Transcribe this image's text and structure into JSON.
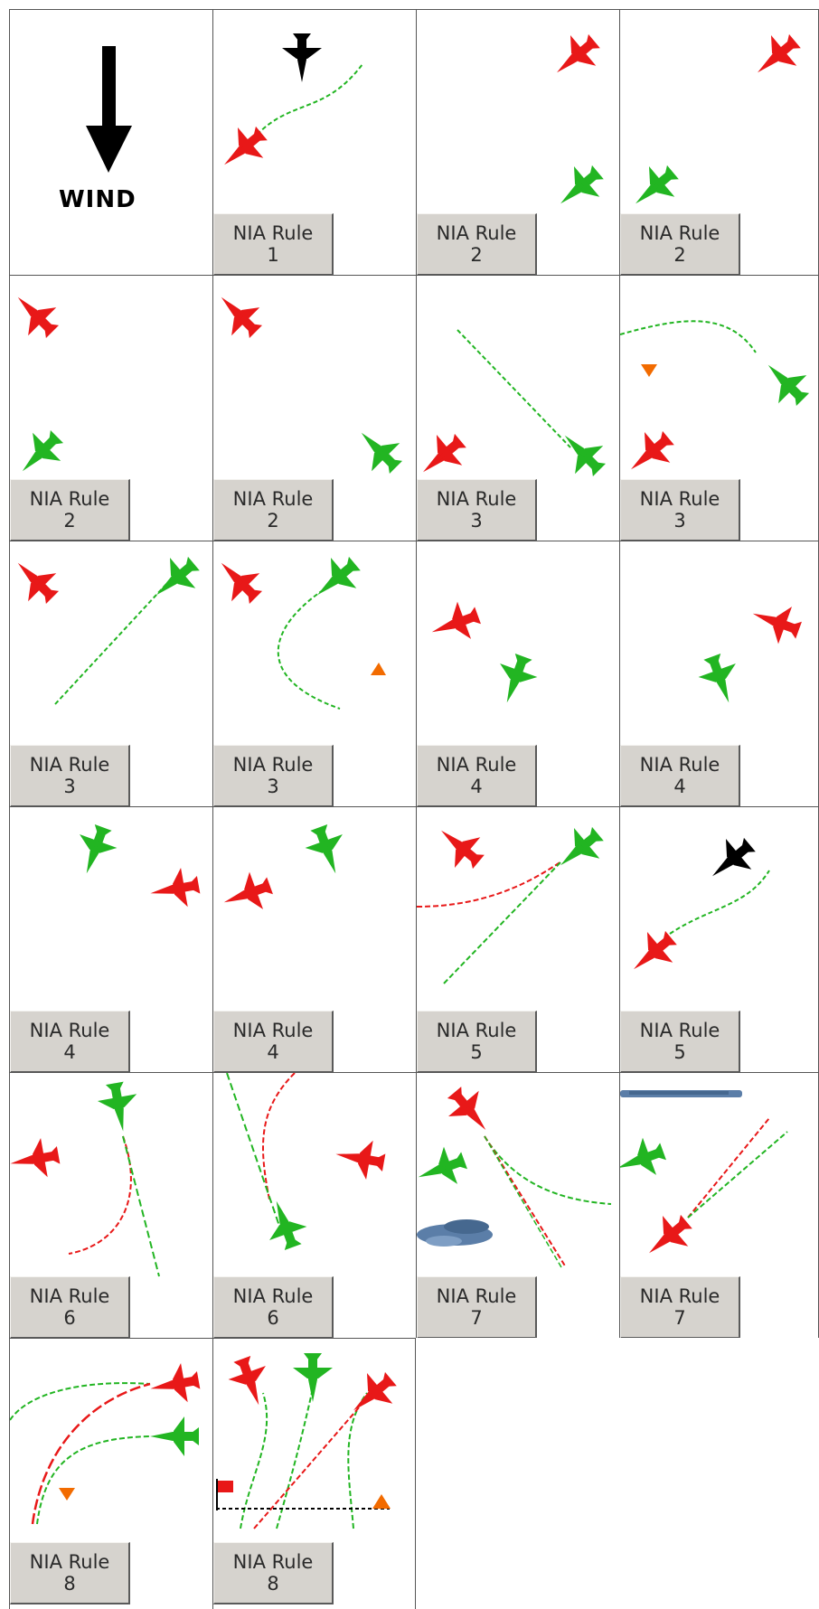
{
  "wind": {
    "label": "WIND",
    "direction": "down"
  },
  "colors": {
    "red": "#e81818",
    "green": "#22b522",
    "black": "#000000",
    "orange": "#f26b00",
    "button_bg": "#d6d3ce"
  },
  "buttons": [
    {
      "line1": "NIA Rule",
      "line2": "1"
    },
    {
      "line1": "NIA Rule",
      "line2": "2"
    },
    {
      "line1": "NIA Rule",
      "line2": "2"
    },
    {
      "line1": "NIA Rule",
      "line2": "2"
    },
    {
      "line1": "NIA Rule",
      "line2": "2"
    },
    {
      "line1": "NIA Rule",
      "line2": "3"
    },
    {
      "line1": "NIA Rule",
      "line2": "3"
    },
    {
      "line1": "NIA Rule",
      "line2": "3"
    },
    {
      "line1": "NIA Rule",
      "line2": "3"
    },
    {
      "line1": "NIA Rule",
      "line2": "4"
    },
    {
      "line1": "NIA Rule",
      "line2": "4"
    },
    {
      "line1": "NIA Rule",
      "line2": "4"
    },
    {
      "line1": "NIA Rule",
      "line2": "4"
    },
    {
      "line1": "NIA Rule",
      "line2": "5"
    },
    {
      "line1": "NIA Rule",
      "line2": "5"
    },
    {
      "line1": "NIA Rule",
      "line2": "6"
    },
    {
      "line1": "NIA Rule",
      "line2": "6"
    },
    {
      "line1": "NIA Rule",
      "line2": "7"
    },
    {
      "line1": "NIA Rule",
      "line2": "7"
    },
    {
      "line1": "NIA Rule",
      "line2": "8"
    },
    {
      "line1": "NIA Rule",
      "line2": "8"
    }
  ]
}
